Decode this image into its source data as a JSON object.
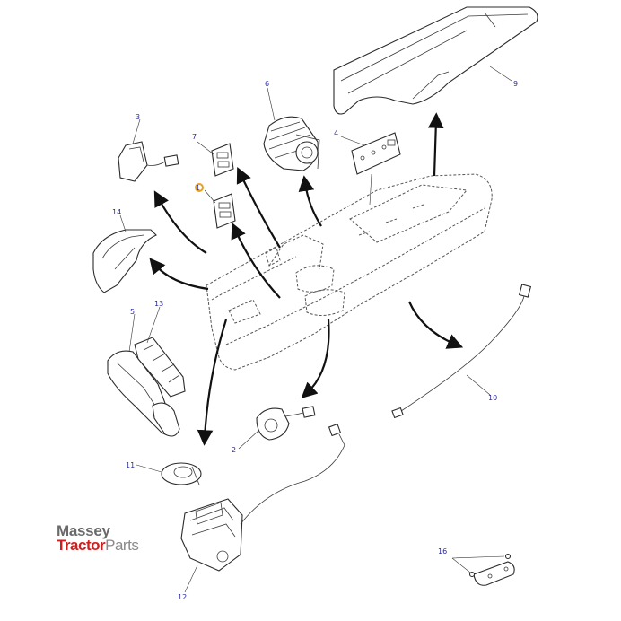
{
  "logo": {
    "line1": "Massey",
    "line2_brand": "Tractor",
    "line2_suffix": "Parts"
  },
  "callouts": [
    "1",
    "2",
    "3",
    "4",
    "5",
    "6",
    "7",
    "9",
    "10",
    "11",
    "12",
    "13",
    "14",
    "16"
  ]
}
